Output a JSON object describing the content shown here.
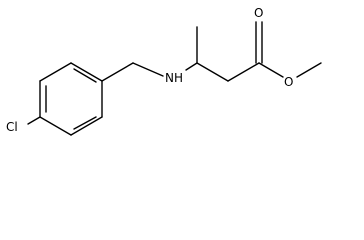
{
  "molecule": {
    "labels": {
      "chlorine": "Cl",
      "amine": "NH",
      "carbonyl_oxygen": "O",
      "ester_oxygen": "O"
    },
    "colors": {
      "bond": "#000000",
      "text": "#000000",
      "background": "#ffffff"
    }
  }
}
